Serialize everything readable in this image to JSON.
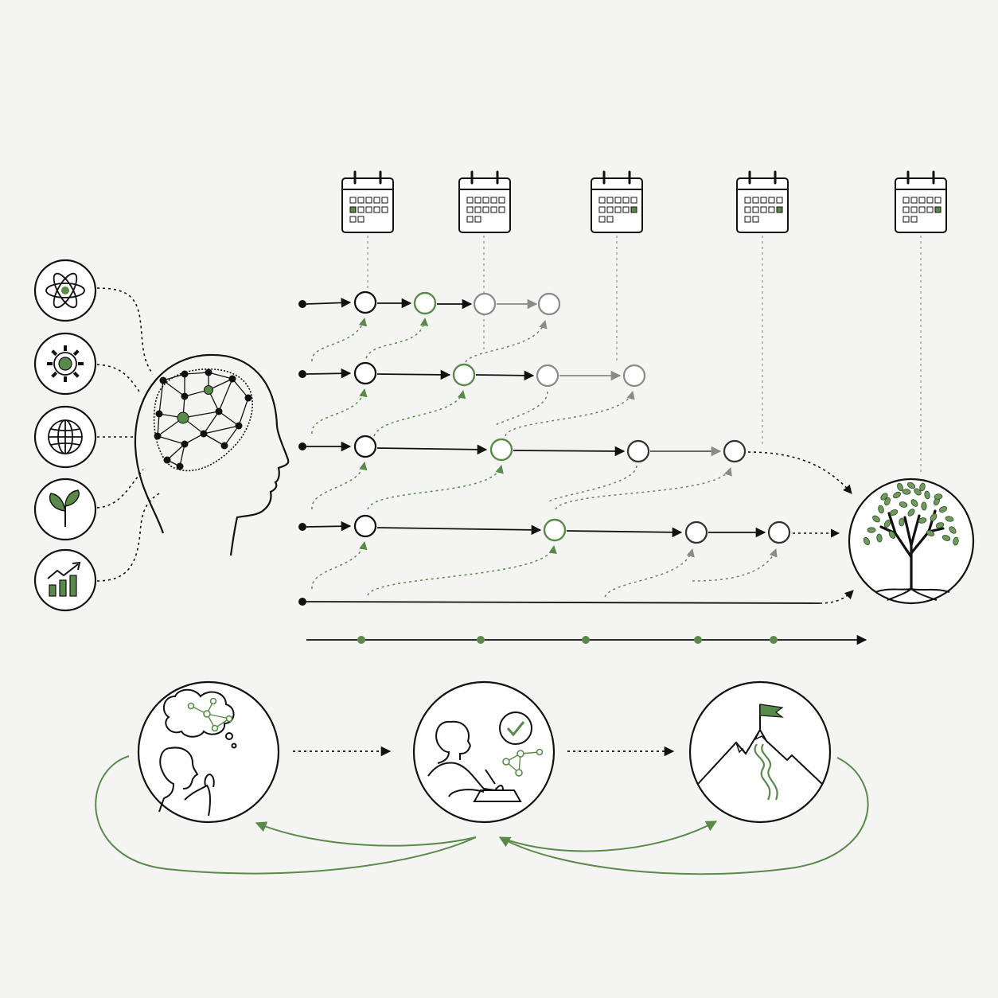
{
  "colors": {
    "background": "#f4f4f2",
    "ink": "#111111",
    "accent_green": "#5a8a4a",
    "muted_gray": "#8a8a8a",
    "leaf_green": "#6f9a5c"
  },
  "domains": [
    {
      "id": "science",
      "icon": "atom-icon"
    },
    {
      "id": "technology",
      "icon": "gear-icon"
    },
    {
      "id": "global",
      "icon": "globe-icon"
    },
    {
      "id": "nature",
      "icon": "sprout-icon"
    },
    {
      "id": "growth",
      "icon": "growth-chart-icon"
    }
  ],
  "calendar_milestones": [
    {
      "id": "cal-1",
      "icon": "calendar-icon",
      "highlight": "left"
    },
    {
      "id": "cal-2",
      "icon": "calendar-icon",
      "highlight": "none"
    },
    {
      "id": "cal-3",
      "icon": "calendar-icon",
      "highlight": "right"
    },
    {
      "id": "cal-4",
      "icon": "calendar-icon",
      "highlight": "right"
    },
    {
      "id": "cal-5",
      "icon": "calendar-icon",
      "highlight": "right"
    }
  ],
  "tracks": [
    {
      "id": "track-1",
      "nodes": 4,
      "green_node": 2
    },
    {
      "id": "track-2",
      "nodes": 4,
      "green_node": 2
    },
    {
      "id": "track-3",
      "nodes": 4,
      "green_node": 2
    },
    {
      "id": "track-4",
      "nodes": 4,
      "green_node": 2
    },
    {
      "id": "track-5",
      "nodes": 0,
      "green_node": 0
    }
  ],
  "timeline_ticks": 5,
  "outcome": {
    "icon": "tree-icon"
  },
  "cycle_stages": [
    {
      "id": "reflect",
      "icon": "thinking-person-icon"
    },
    {
      "id": "practice",
      "icon": "writing-person-icon"
    },
    {
      "id": "achieve",
      "icon": "mountain-flag-icon"
    }
  ]
}
